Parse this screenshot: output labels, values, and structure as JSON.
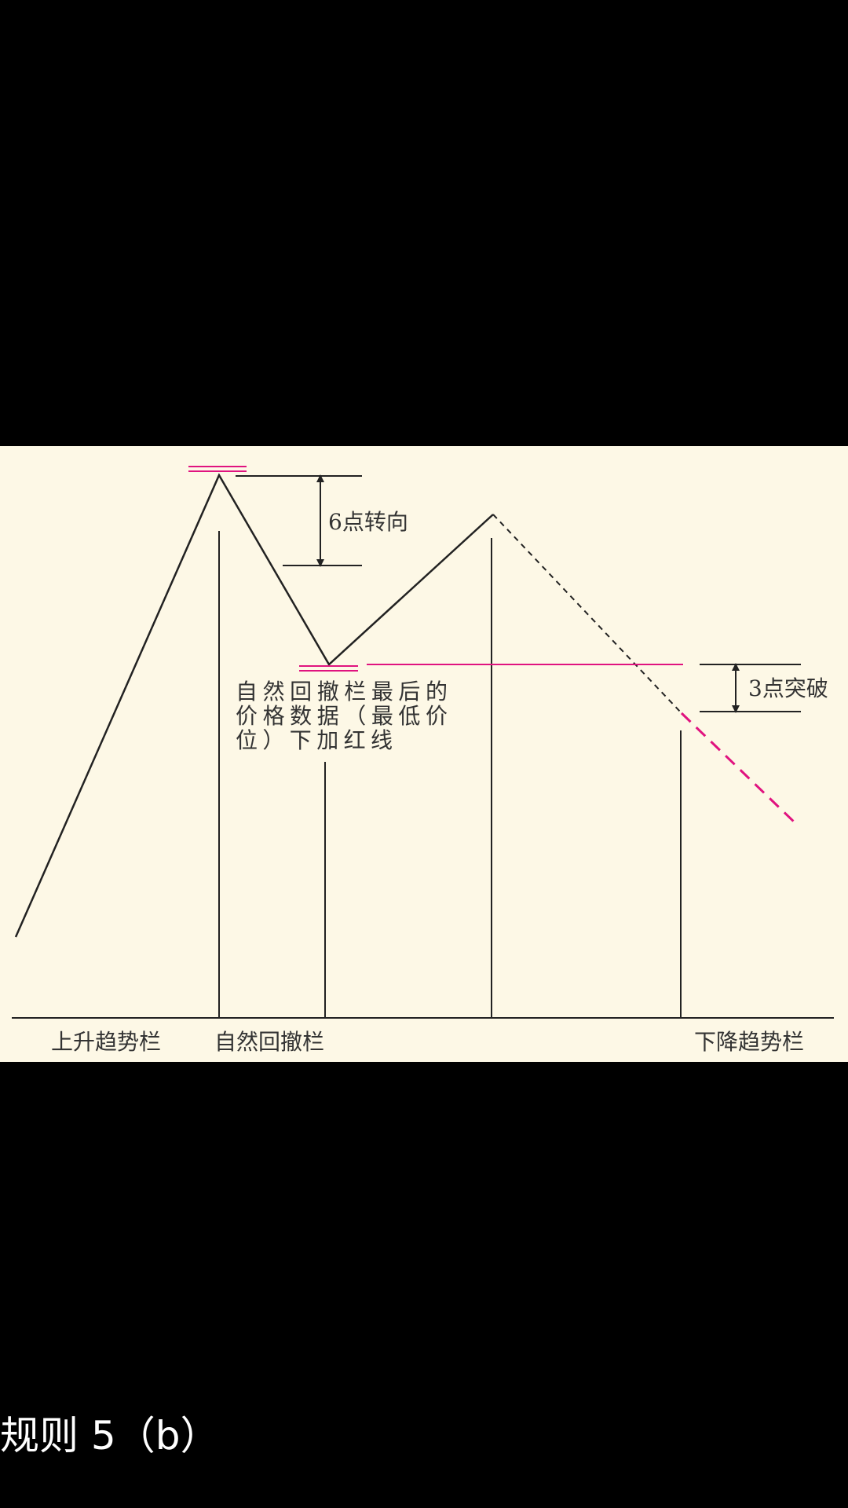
{
  "diagram": {
    "labels": {
      "six_point_reversal": "6点转向",
      "three_point_break": "3点突破",
      "note_line1": "自然回撤栏最后的",
      "note_line2": "价格数据（最低价",
      "note_line3": "位）下加红线",
      "column_uptrend": "上升趋势栏",
      "column_natural_reaction": "自然回撤栏",
      "column_downtrend": "下降趋势栏"
    },
    "colors": {
      "background": "#fdf8e6",
      "line": "#222222",
      "red_line": "#e0137f"
    }
  },
  "caption": {
    "text": "规则 5（b）"
  }
}
